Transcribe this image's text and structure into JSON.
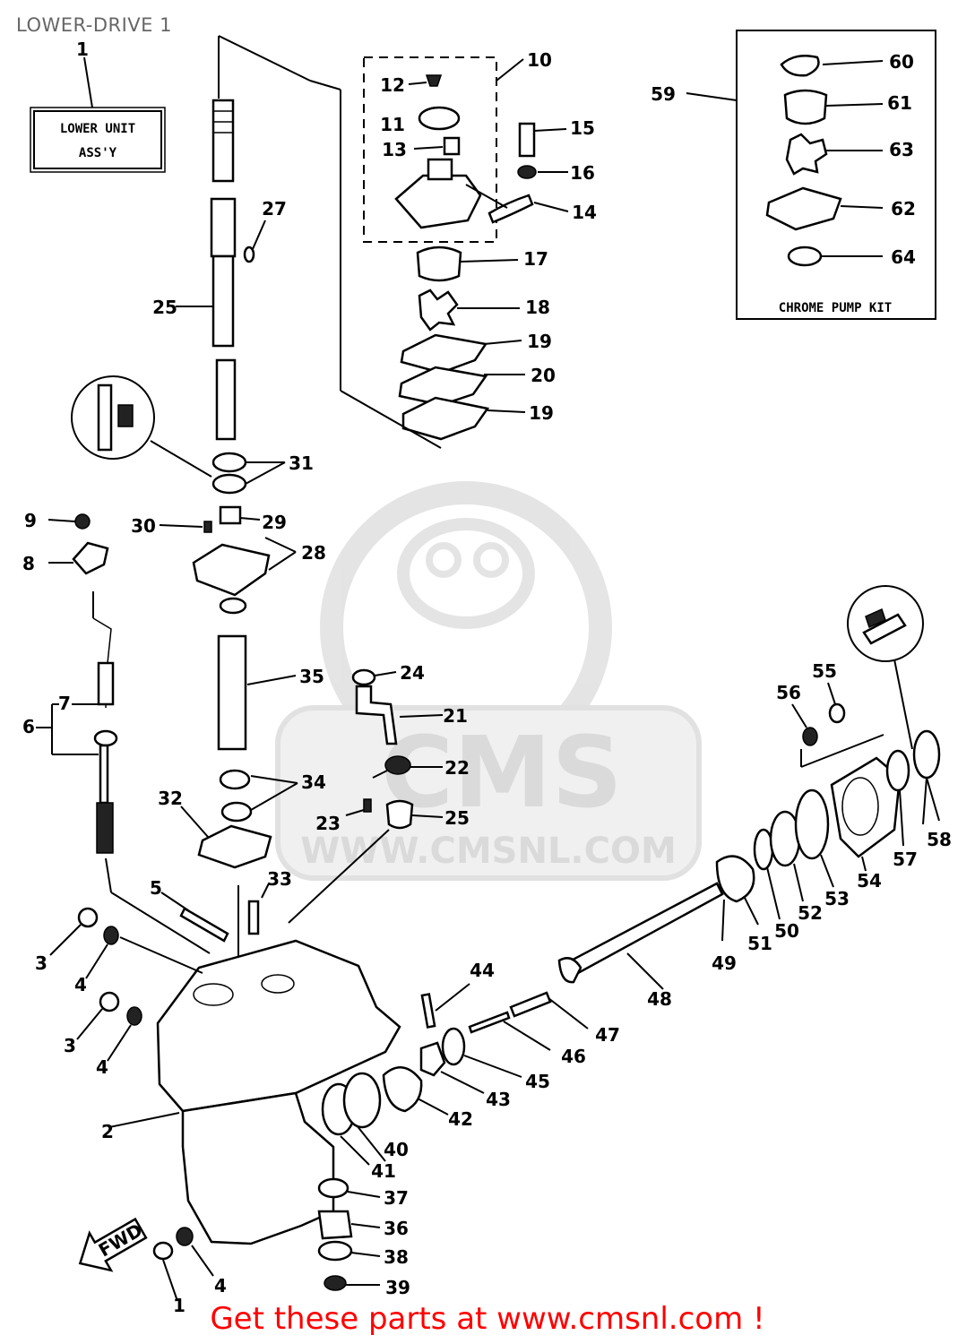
{
  "page": {
    "title": "LOWER-DRIVE 1",
    "footer_cta": "Get these parts at www.cmsnl.com !"
  },
  "watermark": {
    "brand": "CMS",
    "url": "WWW.CMSNL.COM"
  },
  "lower_unit_box": {
    "line1": "LOWER UNIT",
    "line2": "ASS'Y"
  },
  "chrome_pump_kit_box": {
    "label": "CHROME PUMP KIT"
  },
  "callouts": {
    "c1": "1",
    "c2": "2",
    "c3a": "3",
    "c3b": "3",
    "c4a": "4",
    "c4b": "4",
    "c4c": "4",
    "c5": "5",
    "c6": "6",
    "c7": "7",
    "c8": "8",
    "c9": "9",
    "c10": "10",
    "c11": "11",
    "c12": "12",
    "c13": "13",
    "c14": "14",
    "c15": "15",
    "c16": "16",
    "c17": "17",
    "c18": "18",
    "c19a": "19",
    "c19b": "19",
    "c20": "20",
    "c21": "21",
    "c22": "22",
    "c23": "23",
    "c24": "24",
    "c25a": "25",
    "c25b": "25",
    "c27": "27",
    "c28": "28",
    "c29": "29",
    "c30": "30",
    "c31": "31",
    "c32": "32",
    "c33": "33",
    "c34": "34",
    "c35": "35",
    "c36": "36",
    "c37": "37",
    "c38": "38",
    "c39": "39",
    "c40": "40",
    "c41": "41",
    "c42": "42",
    "c43": "43",
    "c44": "44",
    "c45": "45",
    "c46": "46",
    "c47": "47",
    "c48": "48",
    "c49": "49",
    "c50": "50",
    "c51": "51",
    "c52": "52",
    "c53": "53",
    "c54": "54",
    "c55": "55",
    "c56": "56",
    "c57": "57",
    "c58": "58",
    "c59": "59",
    "c60": "60",
    "c61": "61",
    "c62": "62",
    "c63": "63",
    "c64": "64",
    "c_bottom": "1"
  },
  "fwd_arrow": {
    "label": "FWD"
  }
}
